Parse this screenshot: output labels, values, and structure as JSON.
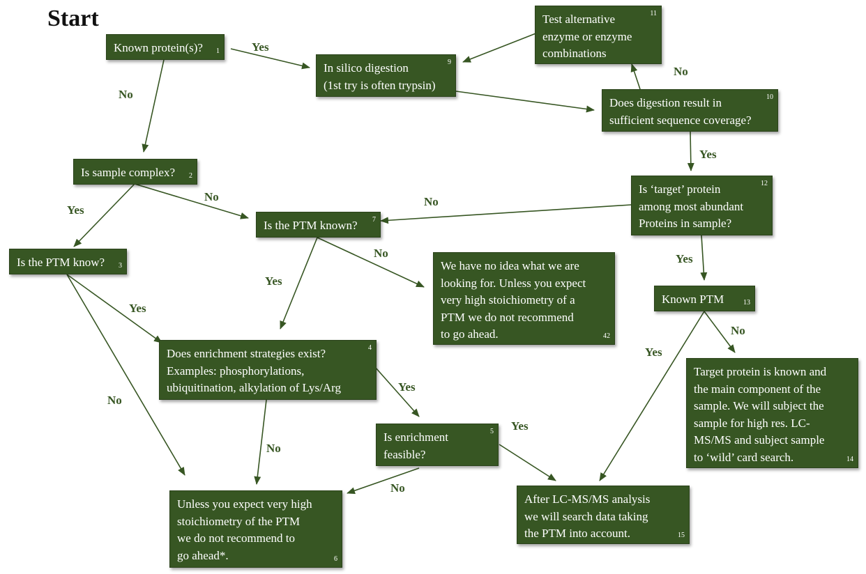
{
  "start_label": "Start",
  "boxes": {
    "b1": {
      "text": [
        "Known protein(s)?"
      ],
      "num": "1"
    },
    "b2": {
      "text": [
        "Is sample complex?"
      ],
      "num": "2"
    },
    "b3": {
      "text": [
        "Is the PTM know?"
      ],
      "num": "3"
    },
    "b4": {
      "text": [
        "Does enrichment strategies exist?",
        "Examples: phosphorylations,",
        "ubiquitination, alkylation of  Lys/Arg"
      ],
      "num": "4"
    },
    "b5": {
      "text": [
        "Is enrichment",
        "feasible?"
      ],
      "num": "5"
    },
    "b6": {
      "text": [
        "Unless you expect very high",
        "stoichiometry of  the PTM",
        "we do  not recommend to",
        "go ahead*."
      ],
      "num": "6"
    },
    "b7": {
      "text": [
        "Is the PTM known?"
      ],
      "num": "7"
    },
    "b9": {
      "text": [
        "In silico digestion",
        "(1st try is often trypsin)"
      ],
      "num": "9"
    },
    "b10": {
      "text": [
        "Does digestion result in",
        "sufficient sequence coverage?"
      ],
      "num": "10"
    },
    "b11": {
      "text": [
        "Test alternative",
        "enzyme or enzyme",
        "combinations"
      ],
      "num": "11"
    },
    "b12": {
      "text": [
        "Is ‘target’ protein",
        "among most abundant",
        "Proteins in sample?"
      ],
      "num": "12"
    },
    "b13": {
      "text": [
        "Known PTM"
      ],
      "num": "13"
    },
    "b14": {
      "text": [
        "Target protein is known and",
        "the main component of  the",
        "sample. We will subject the",
        "sample for high res. LC-",
        "MS/MS and subject sample",
        "to ‘wild’ card search."
      ],
      "num": "14"
    },
    "b15": {
      "text": [
        "After LC-MS/MS analysis",
        "we will search data taking",
        "the PTM into account."
      ],
      "num": "15"
    },
    "b42": {
      "text": [
        "We have no idea what we are",
        "looking for. Unless you expect",
        "very high stoichiometry of  a",
        "PTM we do not recommend",
        "to go ahead."
      ],
      "num": "42"
    }
  },
  "labels": {
    "yes_1_9": "Yes",
    "no_1_2": "No",
    "no_10_11": "No",
    "yes_10_12": "Yes",
    "no_2_7": "No",
    "yes_2_3": "Yes",
    "no_12_7": "No",
    "no_7_42": "No",
    "yes_7_4": "Yes",
    "yes_3_4": "Yes",
    "no_3_6": "No",
    "yes_12_13": "Yes",
    "no_13_14": "No",
    "yes_13_15": "Yes",
    "yes_4_5": "Yes",
    "no_4_6": "No",
    "yes_5_15": "Yes",
    "no_5_6": "No"
  },
  "colors": {
    "box_fill": "#375623",
    "label": "#375623",
    "arrow": "#375623"
  }
}
